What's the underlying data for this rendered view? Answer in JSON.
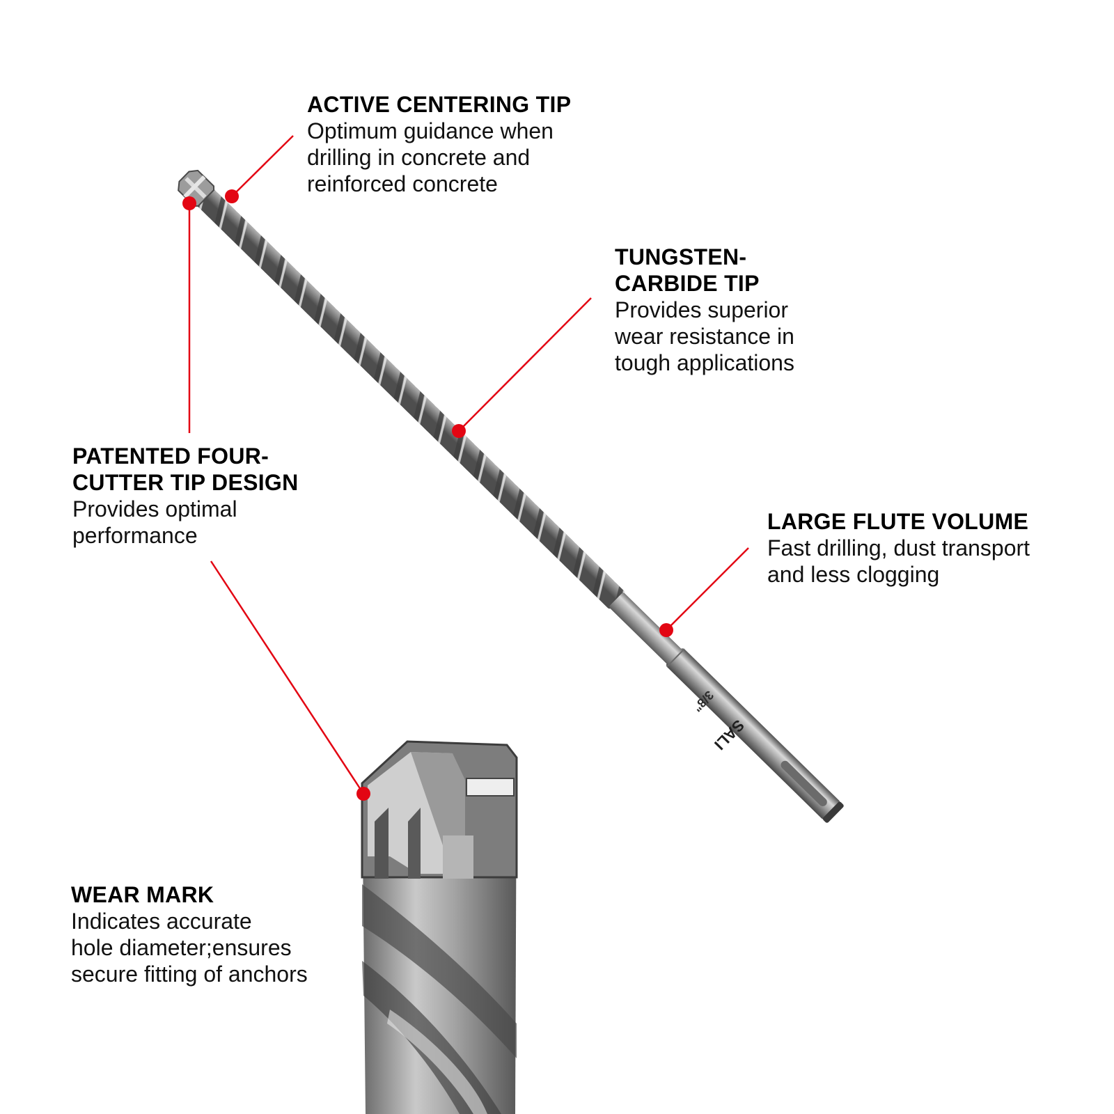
{
  "brand_marking": "SALI",
  "size_marking": "3/8\"",
  "colors": {
    "accent": "#e30613",
    "text": "#111111",
    "background": "#ffffff",
    "steel": "#9a9a9a"
  },
  "callouts": {
    "centering_tip": {
      "title": "ACTIVE CENTERING TIP",
      "lines": [
        "Optimum guidance when",
        "drilling in concrete and",
        "reinforced concrete"
      ]
    },
    "carbide_tip": {
      "title_lines": [
        "TUNGSTEN-",
        "CARBIDE TIP"
      ],
      "lines": [
        "Provides superior",
        "wear resistance in",
        "tough applications"
      ]
    },
    "four_cutter": {
      "title_lines": [
        "PATENTED FOUR-",
        "CUTTER TIP DESIGN"
      ],
      "lines": [
        "Provides optimal",
        "performance"
      ]
    },
    "flute_volume": {
      "title": "LARGE FLUTE VOLUME",
      "lines": [
        "Fast drilling, dust transport",
        "and less clogging"
      ]
    },
    "wear_mark": {
      "title": "WEAR MARK",
      "lines": [
        "Indicates accurate",
        "hole diameter;ensures",
        "secure fitting of anchors"
      ]
    }
  }
}
